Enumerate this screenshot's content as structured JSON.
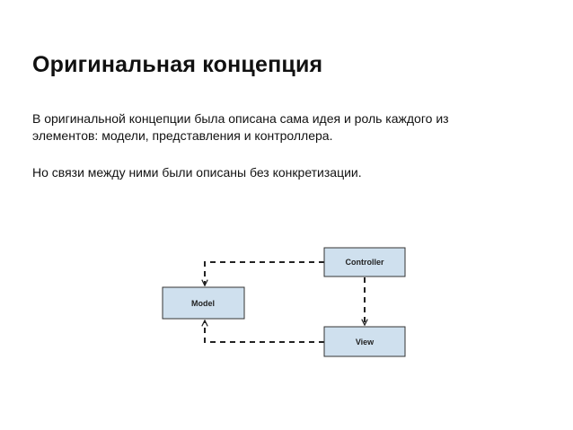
{
  "slide": {
    "title": "Оригинальная концепция",
    "paragraph1_line1": "В оригинальной концепции была описана сама идея и роль каждого из",
    "paragraph1_line2": "элементов: модели, представления и контроллера.",
    "paragraph2": "Но связи между ними были описаны без конкретизации."
  },
  "diagram": {
    "nodes": {
      "controller": "Controller",
      "model": "Model",
      "view": "View"
    },
    "edges": [
      {
        "from": "Controller",
        "to": "Model",
        "style": "dashed"
      },
      {
        "from": "Controller",
        "to": "View",
        "style": "dashed"
      },
      {
        "from": "View",
        "to": "Model",
        "style": "dashed"
      }
    ],
    "colors": {
      "box_fill": "#cfe0ee",
      "box_stroke": "#333333",
      "edge": "#222222"
    }
  }
}
